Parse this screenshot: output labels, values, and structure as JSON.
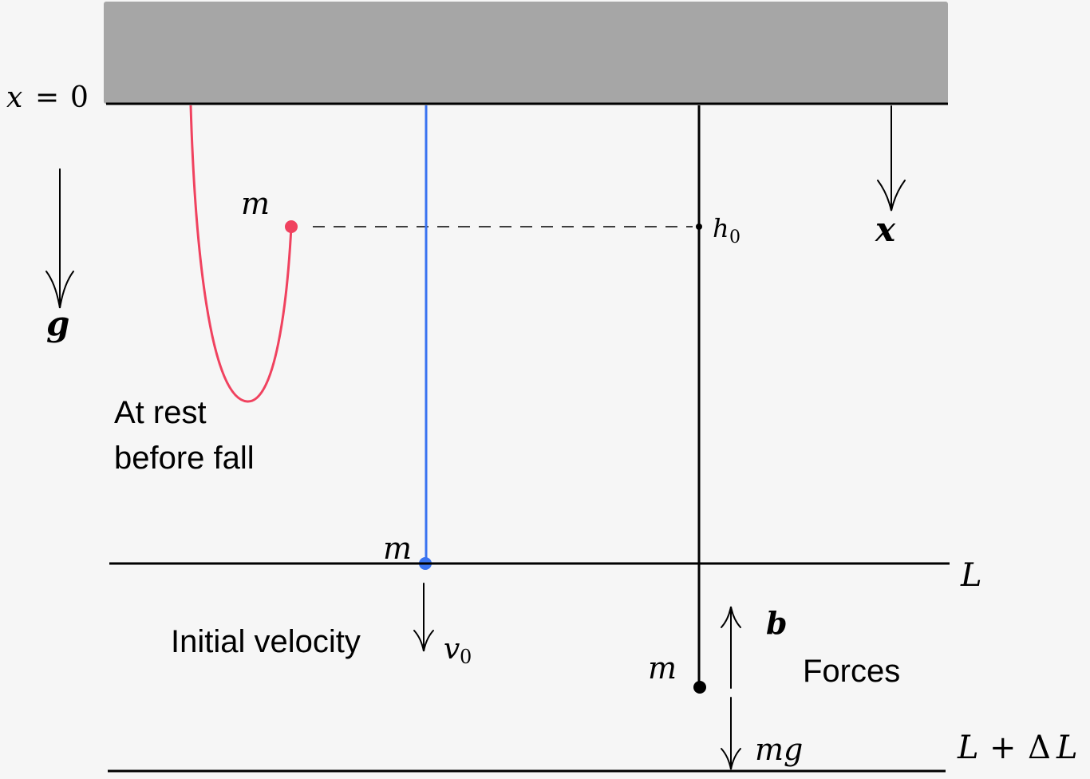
{
  "labels": {
    "origin_var": "x",
    "origin_eq": "=",
    "origin_val": "0",
    "gravity": "g",
    "axis": "x",
    "mass_rest": "m",
    "mass_moving": "m",
    "mass_forces": "m",
    "height_base": "h",
    "height_sub": "0",
    "velocity_base": "v",
    "velocity_sub": "0",
    "length_L": "L",
    "length_total_L": "L",
    "length_total_plus": "+",
    "length_total_delta": "Δ",
    "length_total_L2": "L",
    "force_b": "b",
    "force_mg": "mg"
  },
  "captions": {
    "rest_line1": "At rest",
    "rest_line2": "before fall",
    "velocity": "Initial velocity",
    "forces": "Forces"
  },
  "colors": {
    "ceiling": "#a6a6a6",
    "rope_rest": "#f0425f",
    "rope_moving": "#3a73f0",
    "line": "#000000",
    "background": "#f6f6f6"
  }
}
